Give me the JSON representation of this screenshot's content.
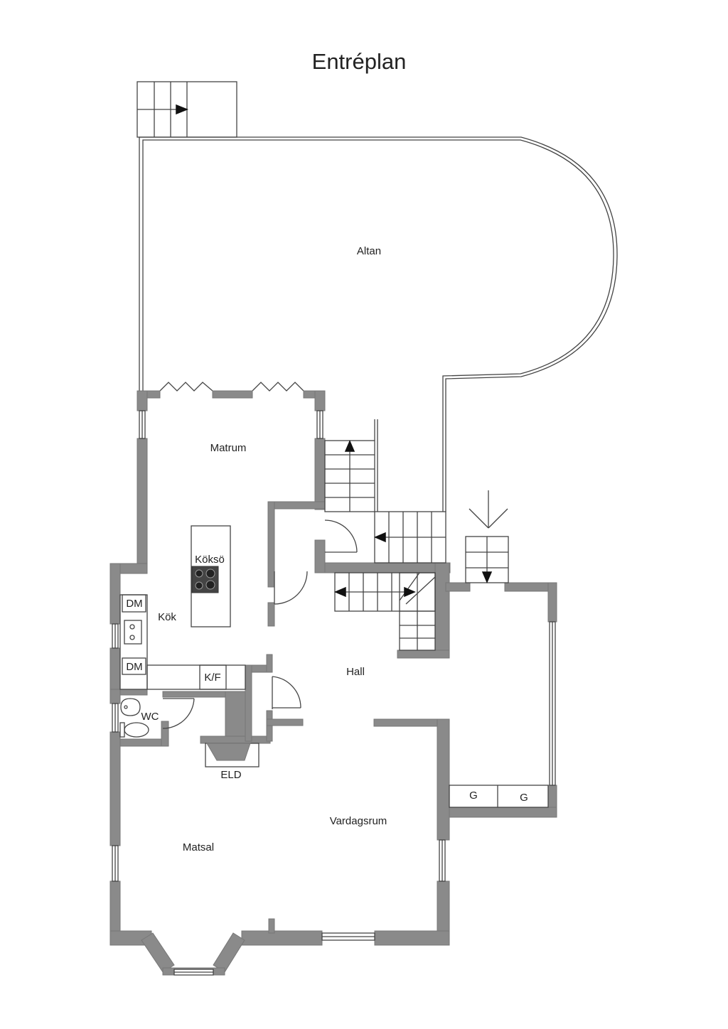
{
  "title": "Entréplan",
  "rooms": {
    "altan": "Altan",
    "matrum": "Matrum",
    "koksö": "Köksö",
    "kok": "Kök",
    "hall": "Hall",
    "wc": "WC",
    "eld": "ELD",
    "vardagsrum": "Vardagsrum",
    "matsal": "Matsal"
  },
  "fixtures": {
    "dm_top": "DM",
    "dm_bottom": "DM",
    "kf": "K/F",
    "g1": "G",
    "g2": "G"
  },
  "colors": {
    "wall": "#8a8a8a",
    "line": "#444444",
    "background": "#ffffff"
  }
}
